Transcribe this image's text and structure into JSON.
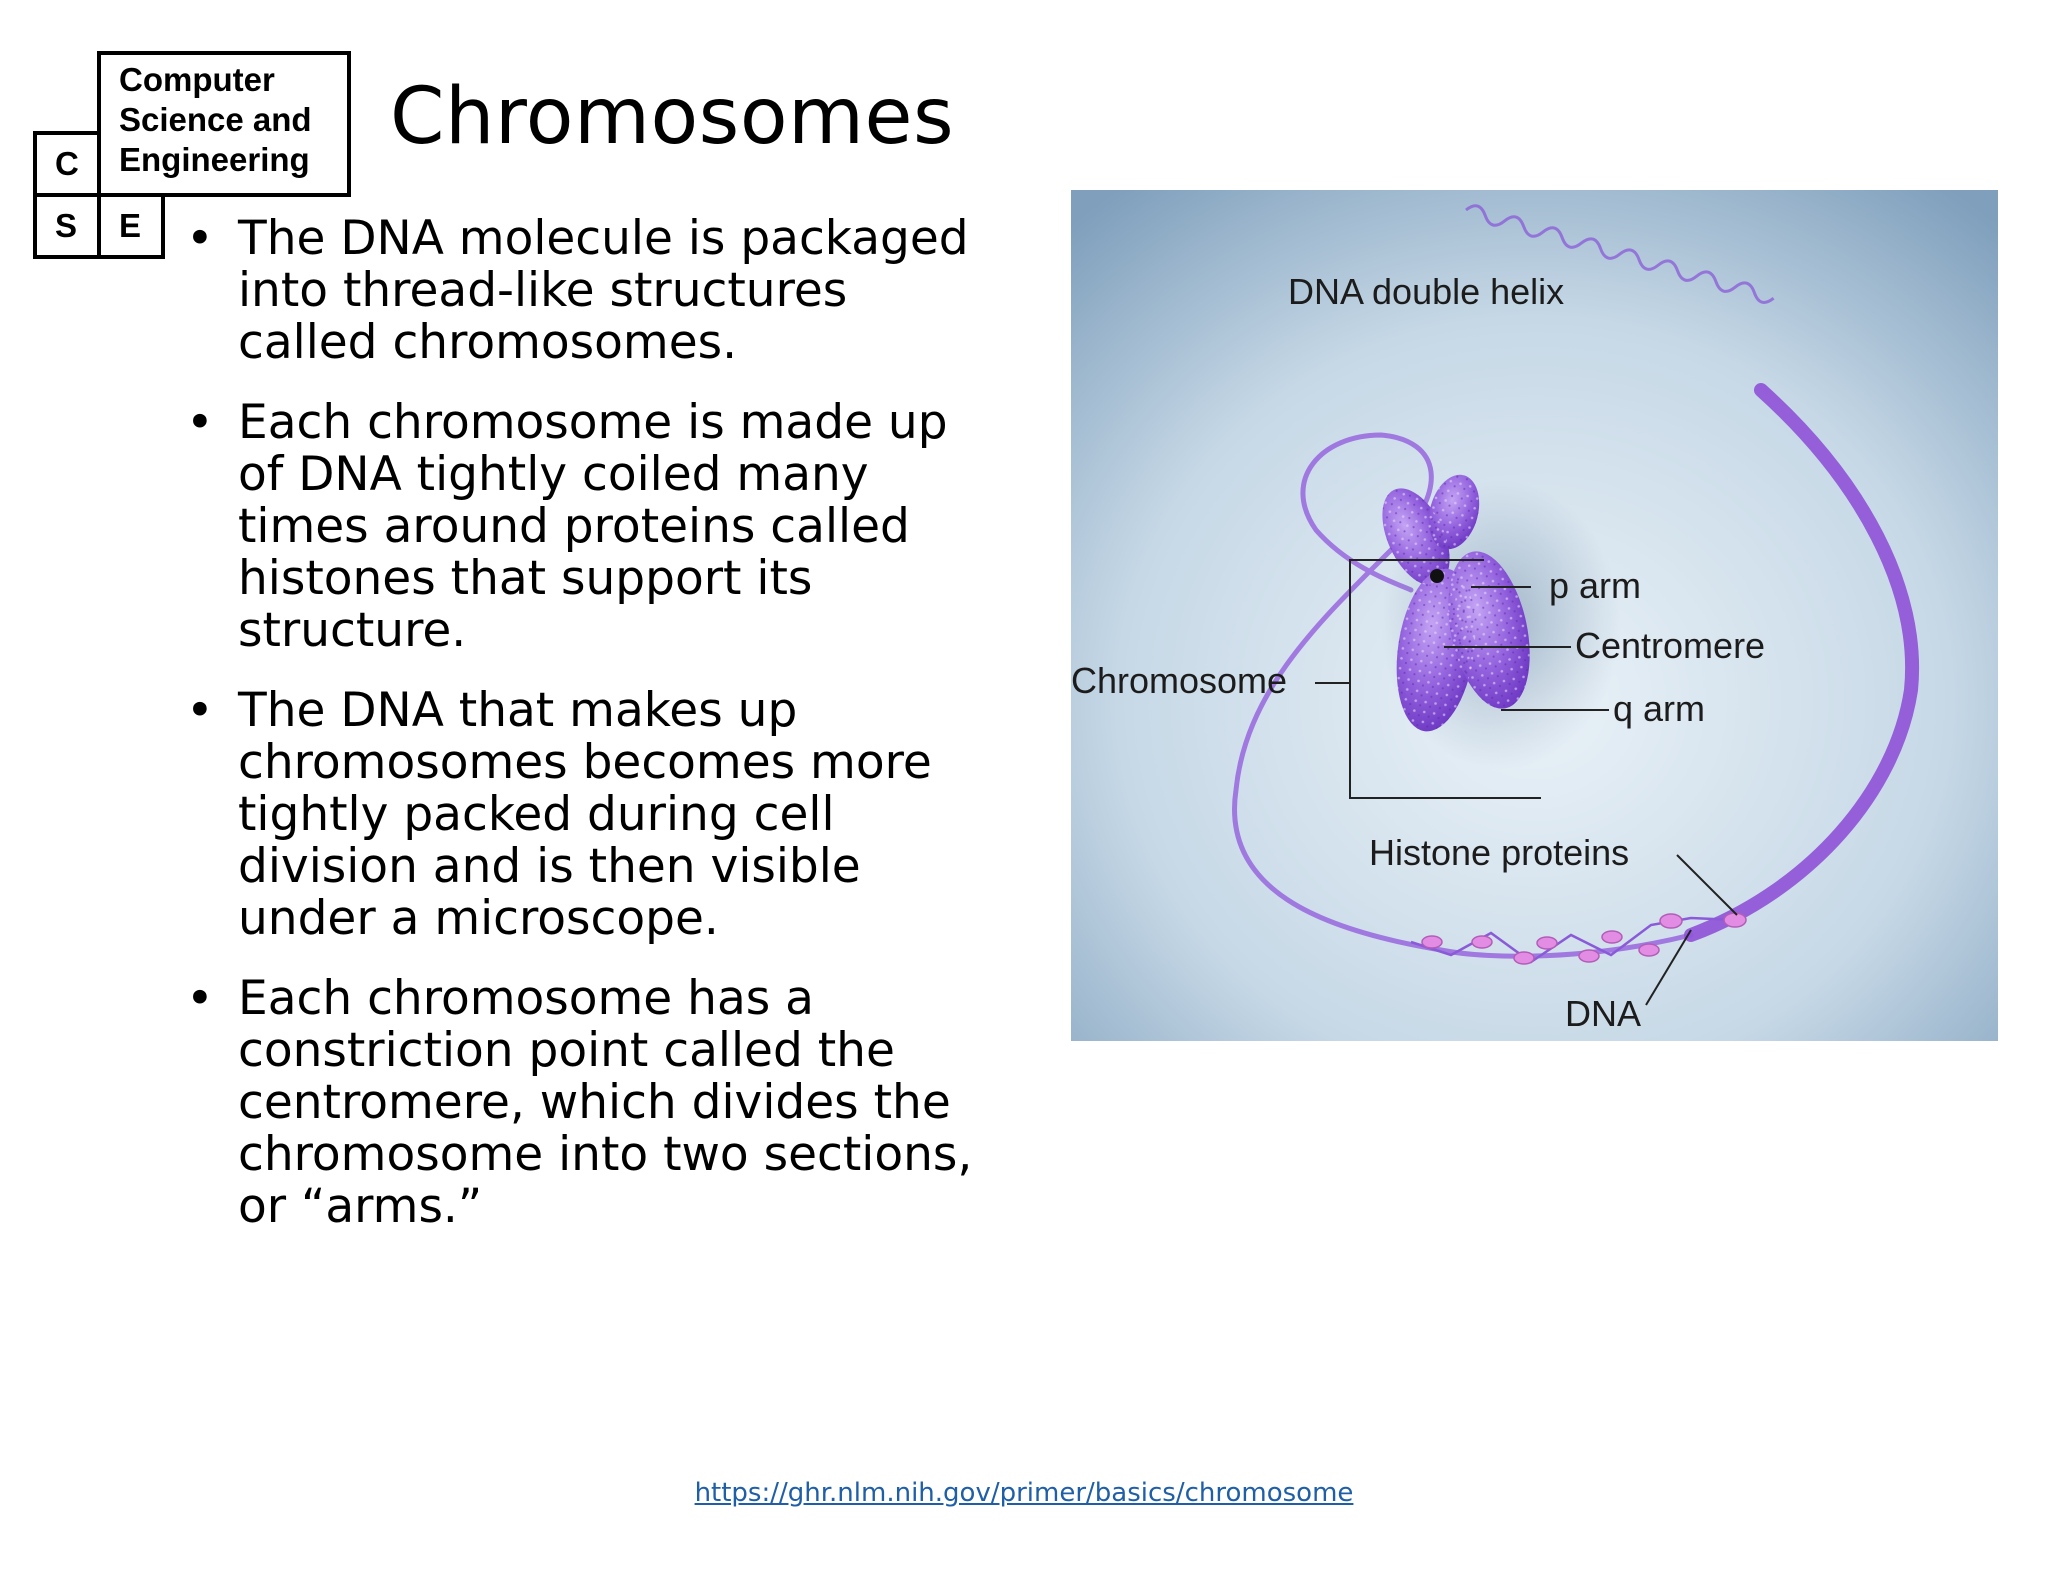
{
  "logo": {
    "line1": "Computer",
    "line2": "Science and",
    "line3": "Engineering",
    "c": "C",
    "s": "S",
    "e": "E"
  },
  "title": "Chromosomes",
  "bullets": [
    "The DNA molecule is packaged into thread-like structures called chromosomes.",
    "Each chromosome is made up of DNA tightly coiled many times around proteins called histones that support its structure.",
    "The DNA that makes up chromosomes becomes more tightly packed during cell division and is then visible under a microscope.",
    "Each chromosome has a constriction point called the centromere, which divides the chromosome into two sections, or “arms.”"
  ],
  "figure": {
    "labels": {
      "helix": "DNA double helix",
      "p_arm": "p arm",
      "centromere": "Centromere",
      "chromosome": "Chromosome",
      "q_arm": "q arm",
      "histones": "Histone proteins",
      "dna": "DNA"
    },
    "colors": {
      "background_center": "#e9f1f7",
      "background_edge": "#7f9fbc",
      "chromosome": "#8c55dc",
      "histone": "#e28ce3"
    }
  },
  "source": "https://ghr.nlm.nih.gov/primer/basics/chromosome"
}
